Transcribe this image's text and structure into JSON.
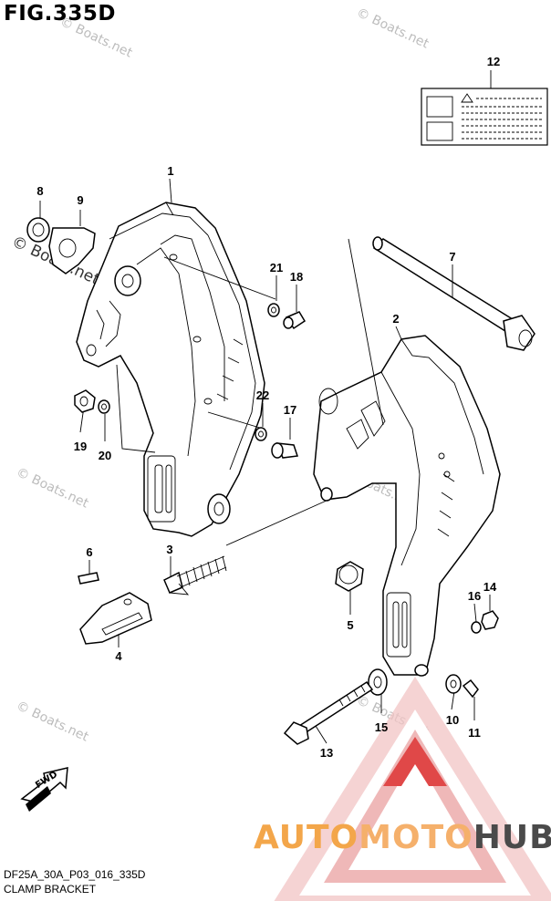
{
  "figure": {
    "title": "FIG.335D",
    "code": "DF25A_30A_P03_016_335D",
    "name": "CLAMP BRACKET",
    "fwd_label": "FWD"
  },
  "callouts": [
    "1",
    "2",
    "3",
    "4",
    "5",
    "6",
    "7",
    "8",
    "9",
    "10",
    "11",
    "12",
    "13",
    "14",
    "15",
    "16",
    "17",
    "18",
    "19",
    "20",
    "21",
    "22"
  ],
  "watermark": {
    "text": "© Boats.net"
  },
  "brand": {
    "part1": "AUTO",
    "part2": "MOTO",
    "part3": "HUB",
    "colors": {
      "auto": "#f3a64a",
      "moto": "#f5b06b",
      "hub": "#4a4a4a",
      "logo": "#e04848"
    }
  }
}
